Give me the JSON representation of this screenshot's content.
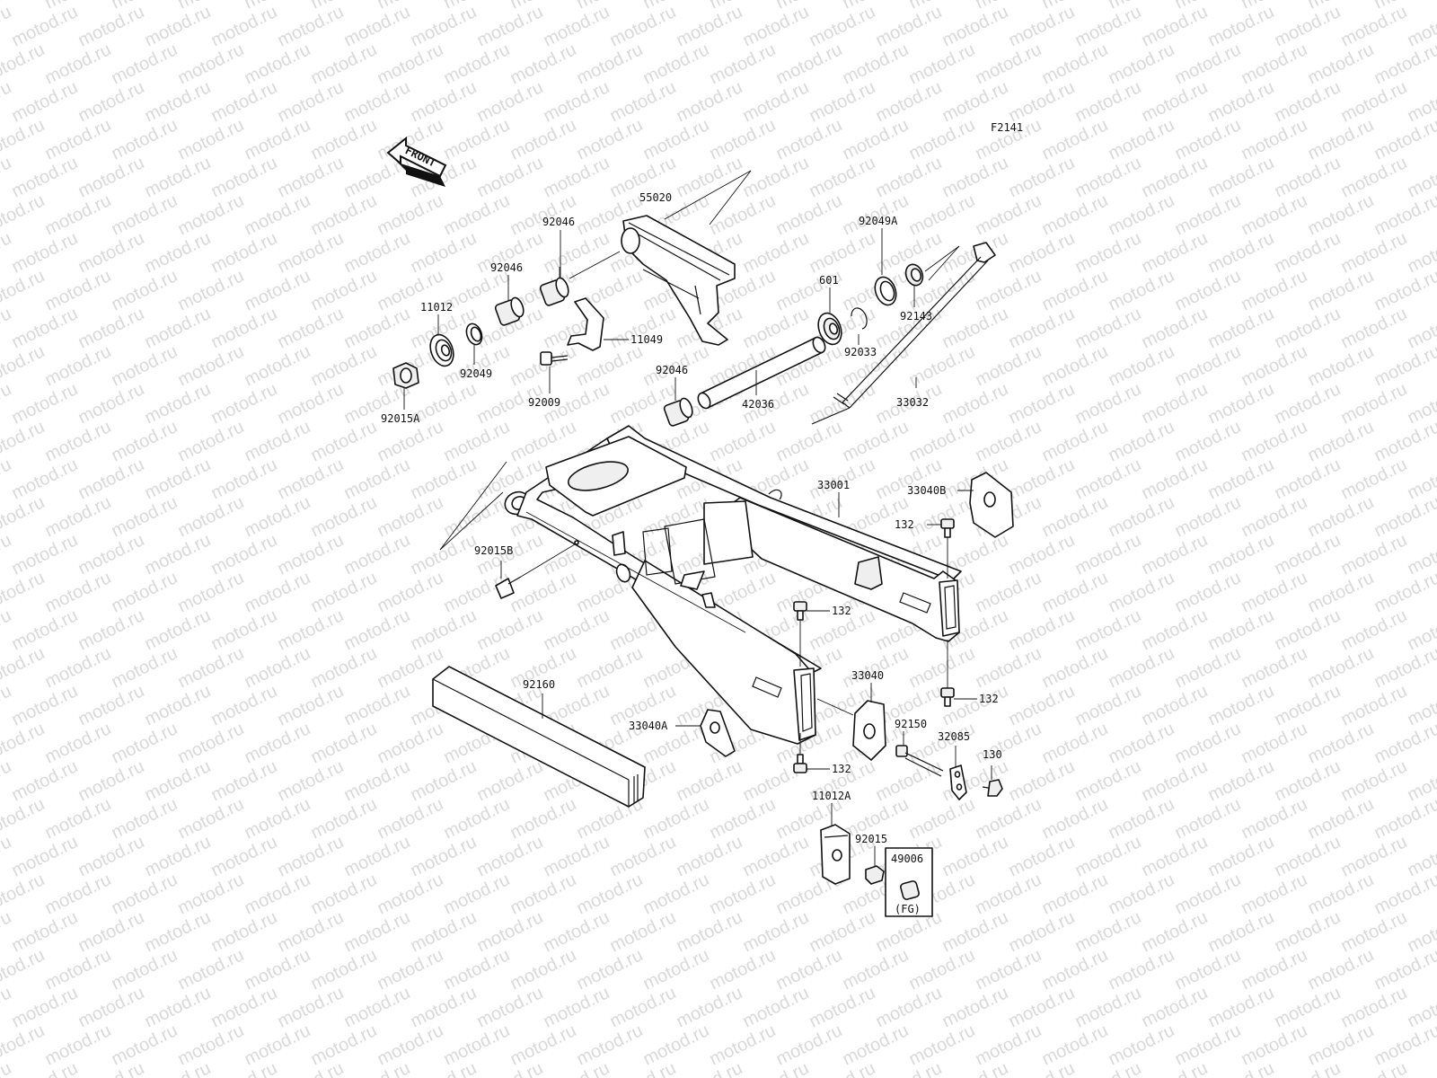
{
  "diagram_id": "F2141",
  "watermark": "motod.ru",
  "front_label": "FRONT",
  "parts": {
    "p55020": "55020",
    "p92046a": "92046",
    "p92046b": "92046",
    "p92046c": "92046",
    "p11012": "11012",
    "p92049": "92049",
    "p92015A": "92015A",
    "p11049": "11049",
    "p92009": "92009",
    "p42036": "42036",
    "p601": "601",
    "p92049A": "92049A",
    "p92143": "92143",
    "p92033": "92033",
    "p33032": "33032",
    "p33001": "33001",
    "p33040B": "33040B",
    "p132a": "132",
    "p132b": "132",
    "p132c": "132",
    "p132d": "132",
    "p92015B": "92015B",
    "p92160": "92160",
    "p33040": "33040",
    "p33040A": "33040A",
    "p92150": "92150",
    "p32085": "32085",
    "p130": "130",
    "p11012A": "11012A",
    "p92015": "92015",
    "p49006": "49006",
    "fg_note": "(FG)"
  }
}
